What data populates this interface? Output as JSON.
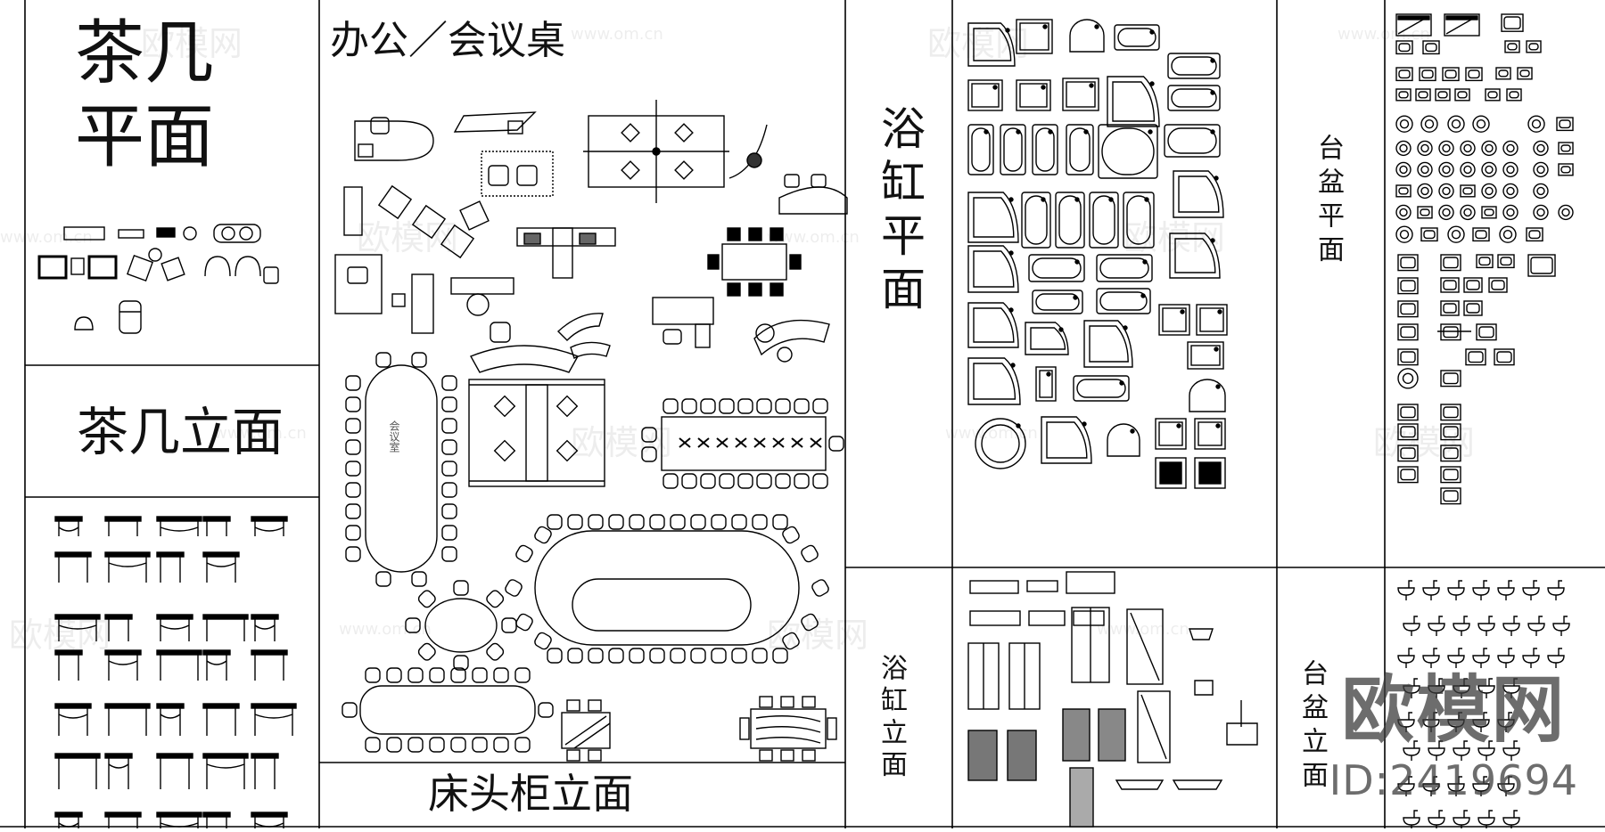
{
  "panels": {
    "tea_table_plan": "茶几\n平面",
    "tea_table_elevation": "茶几立面",
    "office_desk": "办公／会议桌",
    "meeting_room": "会议室",
    "bedside_cabinet_elevation": "床头柜立面",
    "bathtub_plan": "浴缸平面",
    "bathtub_elevation": "浴缸立面",
    "basin_plan": "台盆平面",
    "basin_elevation": "台盆立面"
  },
  "watermark": {
    "brand": "欧模网",
    "url": "www.om.cn"
  },
  "brand_stamp": {
    "name": "欧模网",
    "id": "ID:2419694"
  }
}
